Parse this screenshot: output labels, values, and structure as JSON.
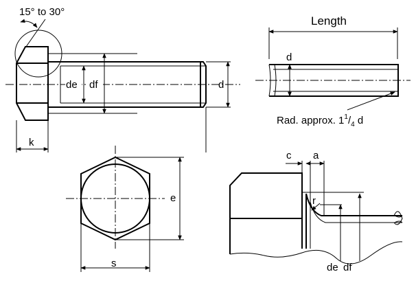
{
  "labels": {
    "angle": "15° to 30°",
    "length": "Length",
    "d_shank": "d",
    "de": "de",
    "df": "df",
    "d_main": "d",
    "k": "k",
    "rad_prefix": "Rad. approx. 1",
    "rad_num": "1",
    "rad_slash": "/",
    "rad_den": "4",
    "rad_suffix": " d",
    "e": "e",
    "s": "s",
    "c": "c",
    "a": "a",
    "r": "r",
    "de_detail": "de",
    "df_detail": "df"
  },
  "colors": {
    "line": "#000000",
    "background": "#ffffff"
  }
}
